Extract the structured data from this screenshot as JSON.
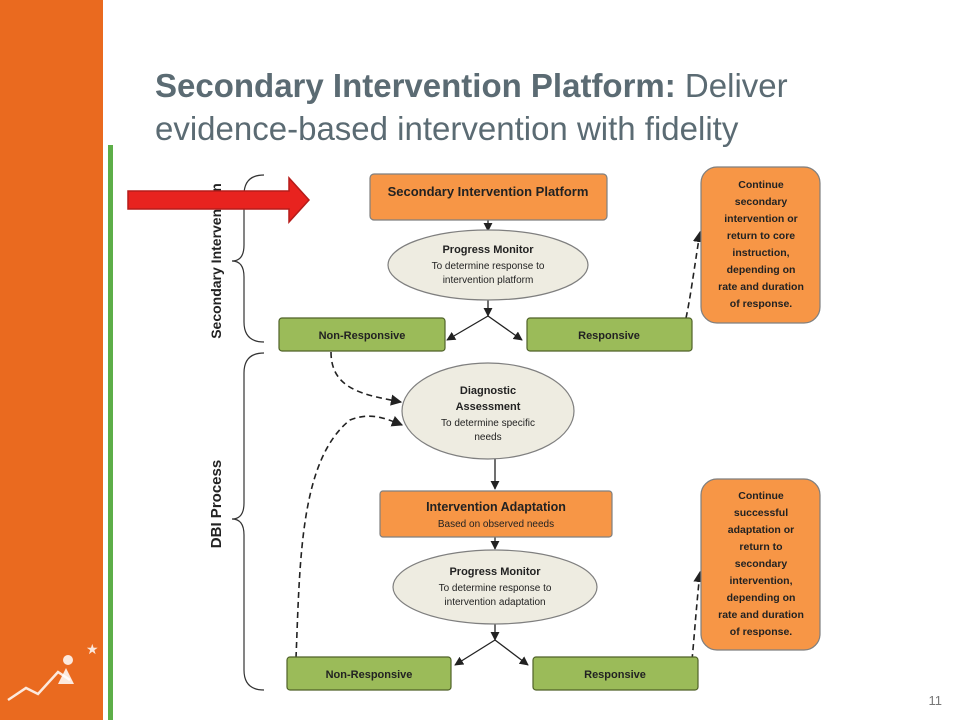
{
  "slide": {
    "title_bold": "Secondary Intervention Platform:",
    "title_rest": " Deliver evidence-based intervention with fidelity",
    "page_number": "11"
  },
  "colors": {
    "sidebar": "#ea6a1f",
    "accent_green": "#5dae48",
    "box_orange": "#f79646",
    "box_green": "#9bbb59",
    "ellipse_fill": "#eeece1",
    "arrow_red": "#e8231f"
  },
  "icons": {
    "logo": "growth-chart-logo",
    "pointer": "red-arrow-icon"
  },
  "diagram": {
    "brace_labels": {
      "secondary": "Secondary Intervention",
      "dbi": "DBI Process"
    },
    "secondary_platform": "Secondary Intervention Platform",
    "progress_monitor_1": {
      "title": "Progress Monitor",
      "line1": "To determine response to",
      "line2": "intervention platform"
    },
    "nonresponsive_1": "Non-Responsive",
    "responsive_1": "Responsive",
    "continue_1": [
      "Continue",
      "secondary",
      "intervention or",
      "return to core",
      "instruction,",
      "depending on",
      "rate and duration",
      "of response."
    ],
    "diagnostic": {
      "title1": "Diagnostic",
      "title2": "Assessment",
      "line1": "To determine specific",
      "line2": "needs"
    },
    "adaptation": {
      "title": "Intervention Adaptation",
      "subtitle": "Based on observed needs"
    },
    "progress_monitor_2": {
      "title": "Progress Monitor",
      "line1": "To determine response to",
      "line2": "intervention adaptation"
    },
    "nonresponsive_2": "Non-Responsive",
    "responsive_2": "Responsive",
    "continue_2": [
      "Continue",
      "successful",
      "adaptation or",
      "return to",
      "secondary",
      "intervention,",
      "depending on",
      "rate and duration",
      "of response."
    ]
  }
}
